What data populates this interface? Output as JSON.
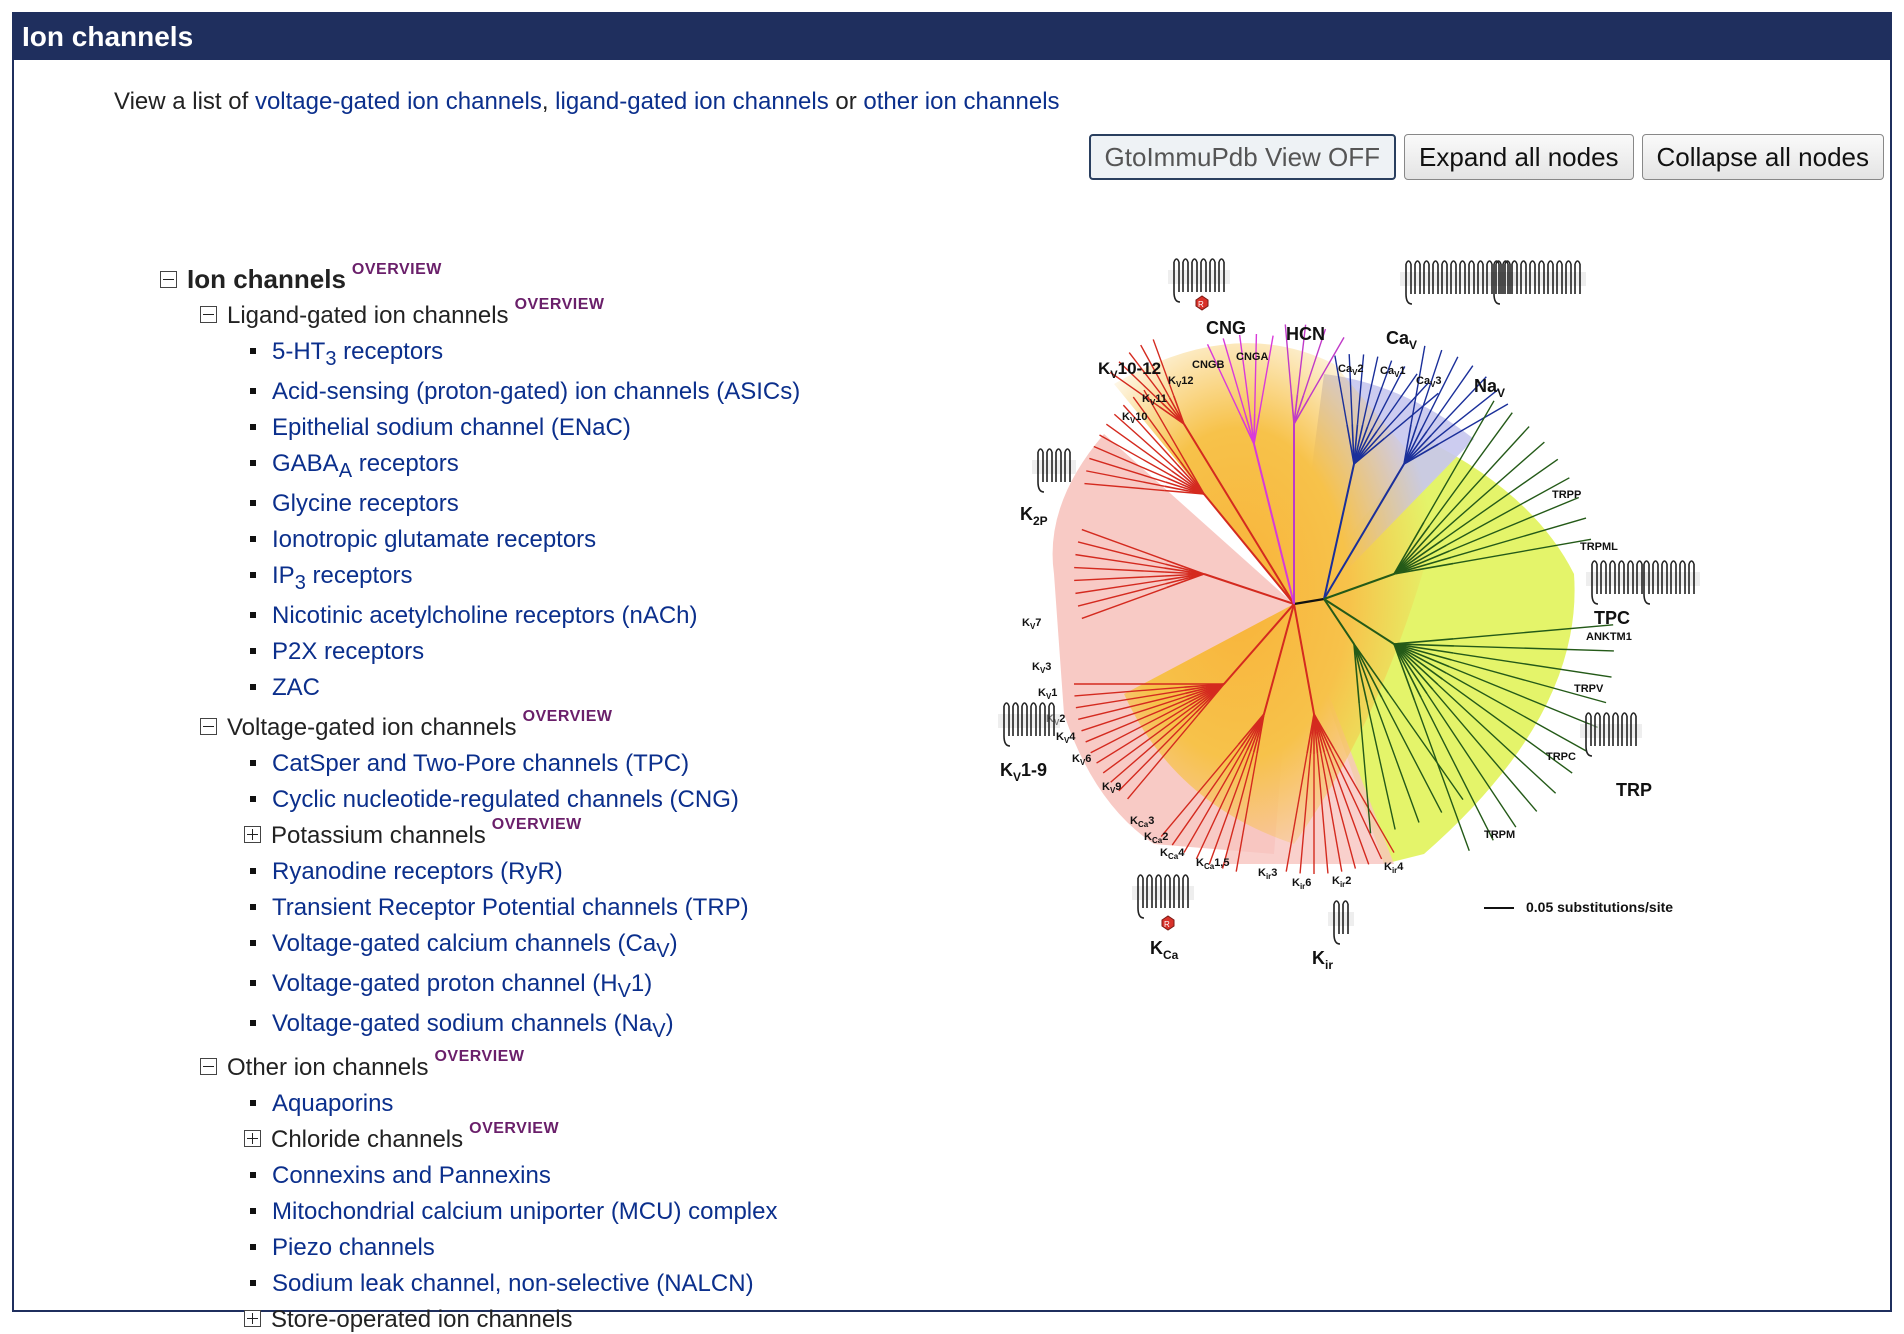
{
  "header": {
    "title": "Ion channels"
  },
  "intro": {
    "prefix": "View a list of ",
    "link1": "voltage-gated ion channels",
    "sep1": ", ",
    "link2": "ligand-gated ion channels",
    "sep2": " or ",
    "link3": "other ion channels"
  },
  "buttons": {
    "view_toggle": "GtoImmuPdb View OFF",
    "expand": "Expand all nodes",
    "collapse": "Collapse all nodes"
  },
  "overview_label": "OVERVIEW",
  "tree": {
    "root": "Ion channels",
    "ligand": {
      "label": "Ligand-gated ion channels",
      "items": [
        "5-HT",
        "Acid-sensing (proton-gated) ion channels (ASICs)",
        "Epithelial sodium channel (ENaC)",
        "GABA",
        "Glycine receptors",
        "Ionotropic glutamate receptors",
        "IP",
        "Nicotinic acetylcholine receptors (nACh)",
        "P2X receptors",
        "ZAC"
      ],
      "sub_5ht": "3",
      "suffix_5ht": " receptors",
      "sub_gaba": "A",
      "suffix_gaba": " receptors",
      "sub_ip": "3",
      "suffix_ip": " receptors"
    },
    "voltage": {
      "label": "Voltage-gated ion channels",
      "items": [
        "CatSper and Two-Pore channels (TPC)",
        "Cyclic nucleotide-regulated channels (CNG)",
        "Potassium channels",
        "Ryanodine receptors (RyR)",
        "Transient Receptor Potential channels (TRP)",
        "Voltage-gated calcium channels (Ca",
        "Voltage-gated proton channel (H",
        "Voltage-gated sodium channels (Na"
      ],
      "sub_ca": "V",
      "sub_h": "V",
      "suffix_h": "1)",
      "sub_na": "V",
      "close": ")"
    },
    "other": {
      "label": "Other ion channels",
      "items": [
        "Aquaporins",
        "Chloride channels",
        "Connexins and Pannexins",
        "Mitochondrial calcium uniporter (MCU) complex",
        "Piezo channels",
        "Sodium leak channel, non-selective (NALCN)",
        "Store-operated ion channels"
      ]
    }
  },
  "figure": {
    "labels": {
      "cng": "CNG",
      "hcn": "HCN",
      "cav": "Ca",
      "nav": "Na",
      "kv1012": "K",
      "kv1012b": "10-12",
      "k2p": "K",
      "k2p_sub": "2P",
      "kv19": "K",
      "kv19b": "1-9",
      "kca": "K",
      "kca_sub": "Ca",
      "kir": "K",
      "kir_sub": "ir",
      "tpc": "TPC",
      "trp": "TRP",
      "v": "V",
      "cngb": "CNGB",
      "cnga": "CNGA",
      "cav2": "Ca",
      "cav1": "Ca",
      "cav3": "Ca",
      "n2": "2",
      "n1": "1",
      "n3": "3",
      "n4": "4",
      "n5": "1,5",
      "n6": "6",
      "n7": "7",
      "n9": "9",
      "n10": "10",
      "n11": "11",
      "n12": "12",
      "trpp": "TRPP",
      "trpml": "TRPML",
      "anktm1": "ANKTM1",
      "trpv": "TRPV",
      "trpc": "TRPC",
      "trpm": "TRPM",
      "scale": "0.05 substitutions/site",
      "r": "R"
    },
    "colors": {
      "kv_red": "#d42a1f",
      "cng_magenta": "#d93ad9",
      "hcn_purple": "#c03ac8",
      "cav_blue": "#1a2f9a",
      "trp_green": "#245a18",
      "orange": "#f7a23a",
      "yellow_green": "#d6f03a",
      "lavender": "#c8c8ea",
      "pink": "#f6c4c0"
    }
  }
}
